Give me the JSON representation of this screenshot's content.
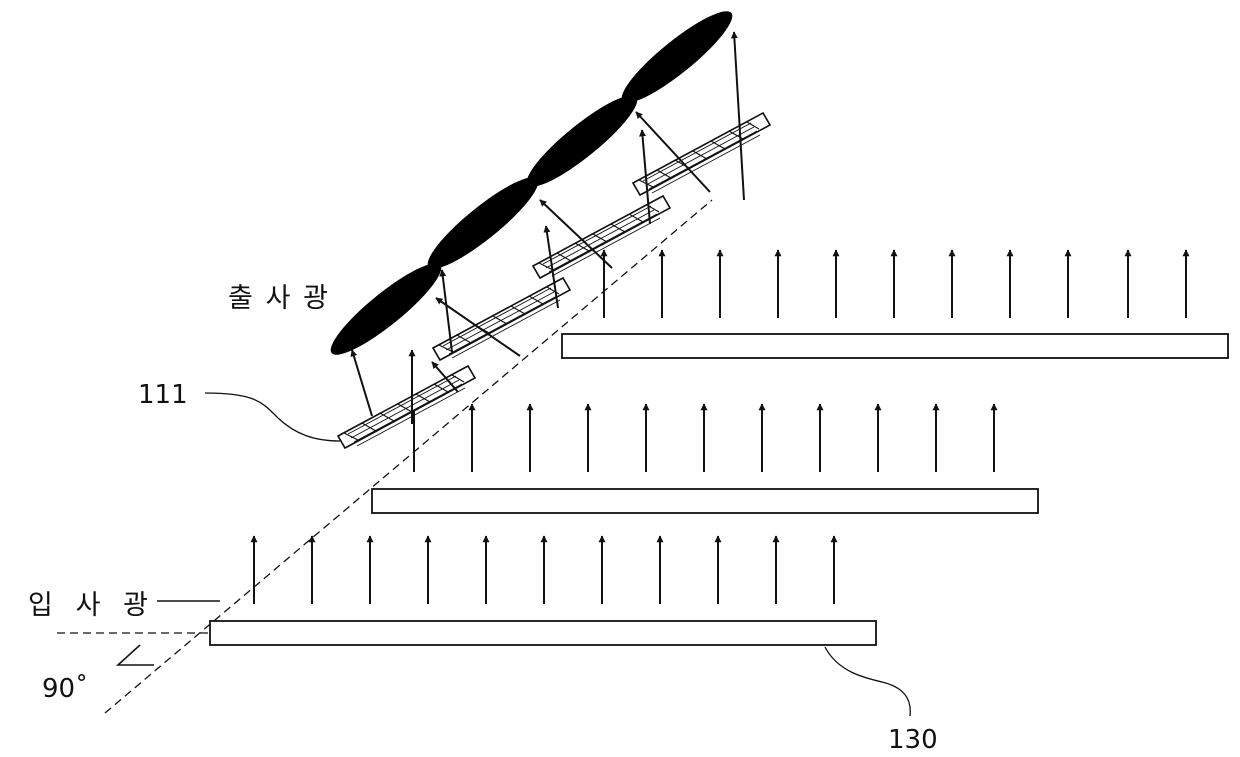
{
  "labels": {
    "output_light": "출사광",
    "input_light": "입사광",
    "angle": "90˚",
    "ref_111": "111",
    "ref_130": "130"
  },
  "colors": {
    "line": "#111111",
    "background": "#ffffff"
  }
}
